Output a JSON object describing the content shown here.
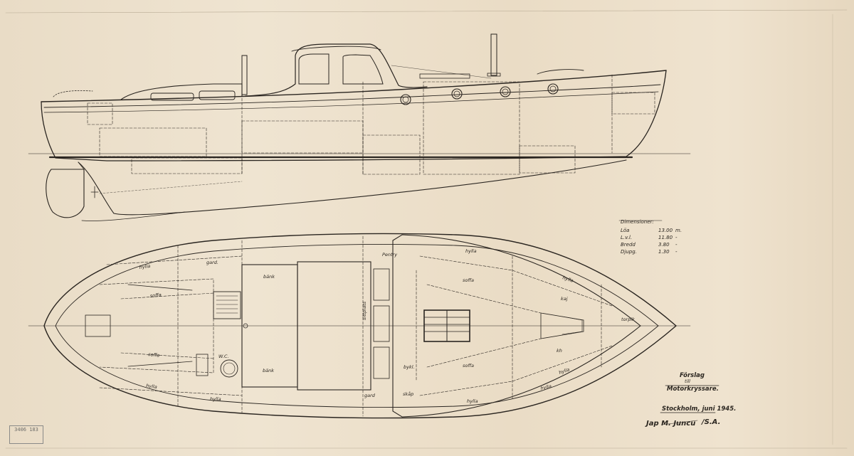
{
  "drawing": {
    "dimensions_title": "Dimensioner:",
    "dimensions": [
      {
        "label": "Löa",
        "value": "13.00",
        "unit": "m."
      },
      {
        "label": "L.v.l.",
        "value": "11.80",
        "unit": "-"
      },
      {
        "label": "Bredd",
        "value": "3.80",
        "unit": "-"
      },
      {
        "label": "Djupg.",
        "value": "1.30",
        "unit": "-"
      }
    ],
    "title_lines": [
      "Förslag",
      "till",
      "Motorkryssare."
    ],
    "place_date": "Stockholm, juni 1945.",
    "signature": "Jap M. Juncu",
    "signature_suffix": "/S.A.",
    "stamp_text": "3406 183"
  },
  "plan_labels": {
    "hylla_1": "hylla",
    "gard_1": "gard.",
    "bank_1": "bänk",
    "pentry": "Pentry",
    "hylla_2": "hylla",
    "soffa_1": "soffa",
    "soffa_2": "soffa",
    "hylla_3": "hylla",
    "kaj": "kaj",
    "sittplats": "sittplats",
    "torpik": "torpik",
    "soffa_3": "soffa",
    "wc": "W.C.",
    "bank_2": "bänk",
    "bykl": "bykl.",
    "soffa_4": "soffa",
    "kh": "kh",
    "hylla_4": "hylla",
    "hylla_5": "hylla",
    "hylla_6": "hylla",
    "gard_2": "gard",
    "skap": "skåp",
    "hylla_7": "hylla",
    "hylla_8": "hylla"
  }
}
